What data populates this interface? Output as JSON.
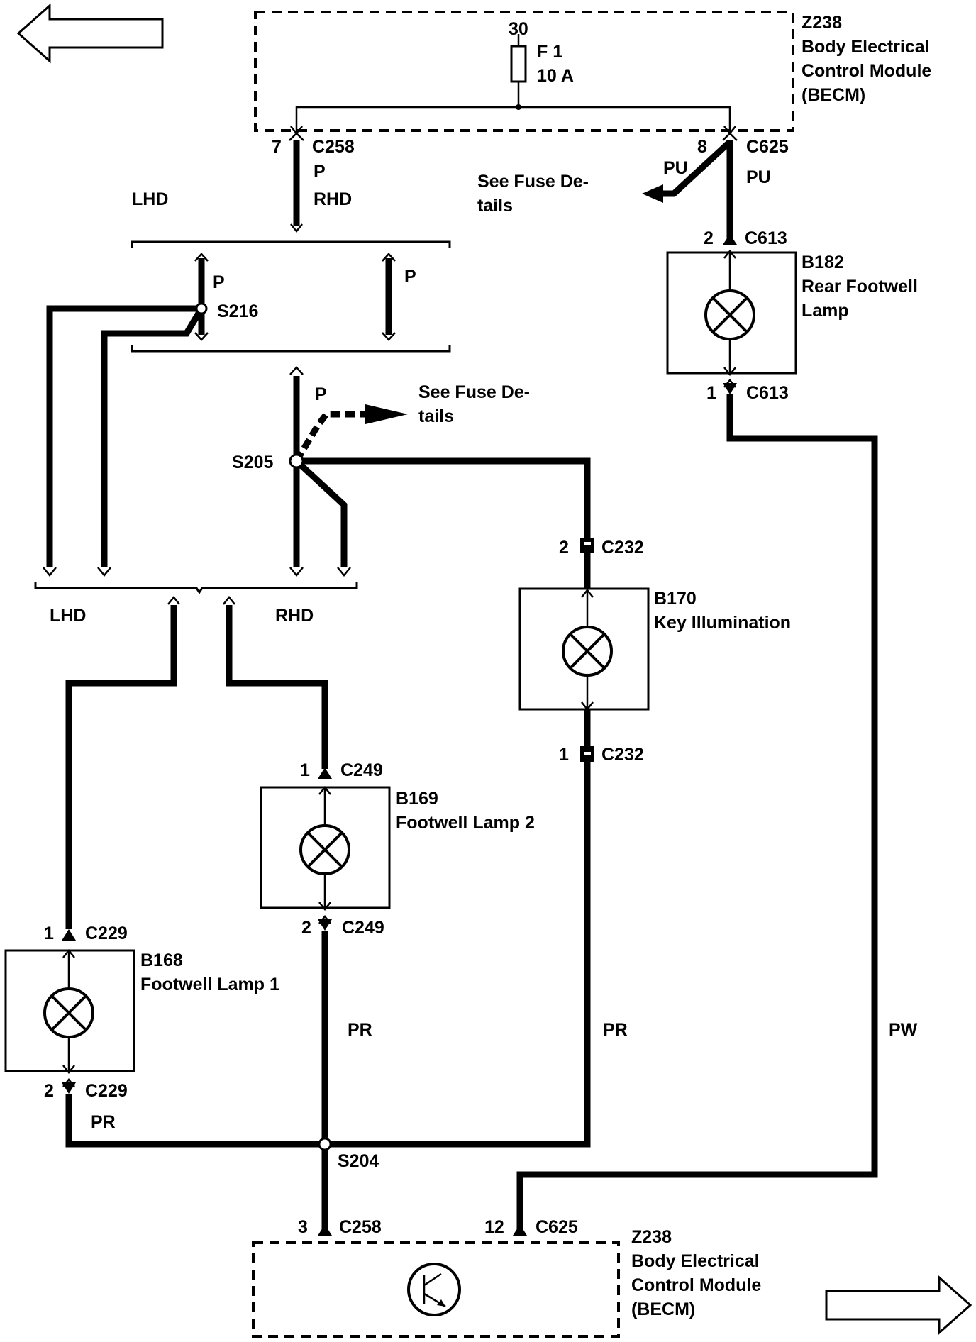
{
  "nav": {
    "back_label": "",
    "forward_label": ""
  },
  "becm_top": {
    "id": "Z238",
    "name_line1": "Body Electrical",
    "name_line2": "Control Module",
    "name_line3": "(BECM)",
    "fuse_pin": "30",
    "fuse_name": "F 1",
    "fuse_rating": "10 A",
    "pin_left": "7",
    "conn_left": "C258",
    "pin_right": "8",
    "conn_right": "C625"
  },
  "becm_bottom": {
    "id": "Z238",
    "name_line1": "Body Electrical",
    "name_line2": "Control Module",
    "name_line3": "(BECM)",
    "pin_left": "3",
    "conn_left": "C258",
    "pin_right": "12",
    "conn_right": "C625"
  },
  "wires": {
    "p_top": "P",
    "rhd_top": "RHD",
    "lhd_top": "LHD",
    "pu_1": "PU",
    "pu_2": "PU",
    "p_s216_left": "P",
    "p_right": "P",
    "p_s205": "P",
    "lhd_bottom": "LHD",
    "rhd_bottom": "RHD",
    "pr_left": "PR",
    "pr_mid": "PR",
    "pr_right": "PR",
    "pw": "PW"
  },
  "fuse_refs": [
    {
      "line1": "See Fuse De-",
      "line2": "tails"
    },
    {
      "line1": "See Fuse De-",
      "line2": "tails"
    }
  ],
  "splices": {
    "s216": "S216",
    "s205": "S205",
    "s204": "S204"
  },
  "lamps": {
    "rear": {
      "id": "B182",
      "line1": "Rear Footwell",
      "line2": "Lamp",
      "pin_top": "2",
      "conn_top": "C613",
      "pin_bot": "1",
      "conn_bot": "C613"
    },
    "key": {
      "id": "B170",
      "line1": "Key Illumination",
      "pin_top": "2",
      "conn_top": "C232",
      "pin_bot": "1",
      "conn_bot": "C232"
    },
    "fw2": {
      "id": "B169",
      "line1": "Footwell Lamp 2",
      "pin_top": "1",
      "conn_top": "C249",
      "pin_bot": "2",
      "conn_bot": "C249"
    },
    "fw1": {
      "id": "B168",
      "line1": "Footwell Lamp 1",
      "pin_top": "1",
      "conn_top": "C229",
      "pin_bot": "2",
      "conn_bot": "C229"
    }
  }
}
